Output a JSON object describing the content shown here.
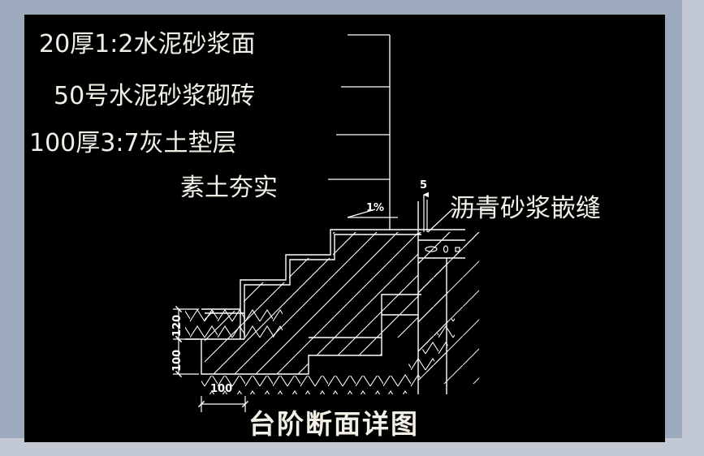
{
  "drawing": {
    "title": "台阶断面详图",
    "background_color": "#000000",
    "line_color": "#ffffff",
    "text_color": "#f2efe6",
    "frame_color_outer": "#c2c8d4",
    "frame_color_inner": "#9daabe"
  },
  "annotations": {
    "layers": [
      {
        "id": "layer-1",
        "label": "20厚1:2水泥砂浆面"
      },
      {
        "id": "layer-2",
        "label": "50号水泥砂浆砌砖"
      },
      {
        "id": "layer-3",
        "label": "100厚3:7灰土垫层"
      },
      {
        "id": "layer-4",
        "label": "素土夯实"
      }
    ],
    "right_note": "沥青砂浆嵌缝"
  },
  "dimensions": {
    "vertical": [
      {
        "id": "dim-120",
        "value": "120"
      },
      {
        "id": "dim-100-v",
        "value": "100"
      }
    ],
    "horizontal": [
      {
        "id": "dim-100-h",
        "value": "100"
      }
    ],
    "joint": {
      "id": "dim-5",
      "value": "5"
    },
    "slope": {
      "id": "slope-marker",
      "value": "1%"
    }
  }
}
